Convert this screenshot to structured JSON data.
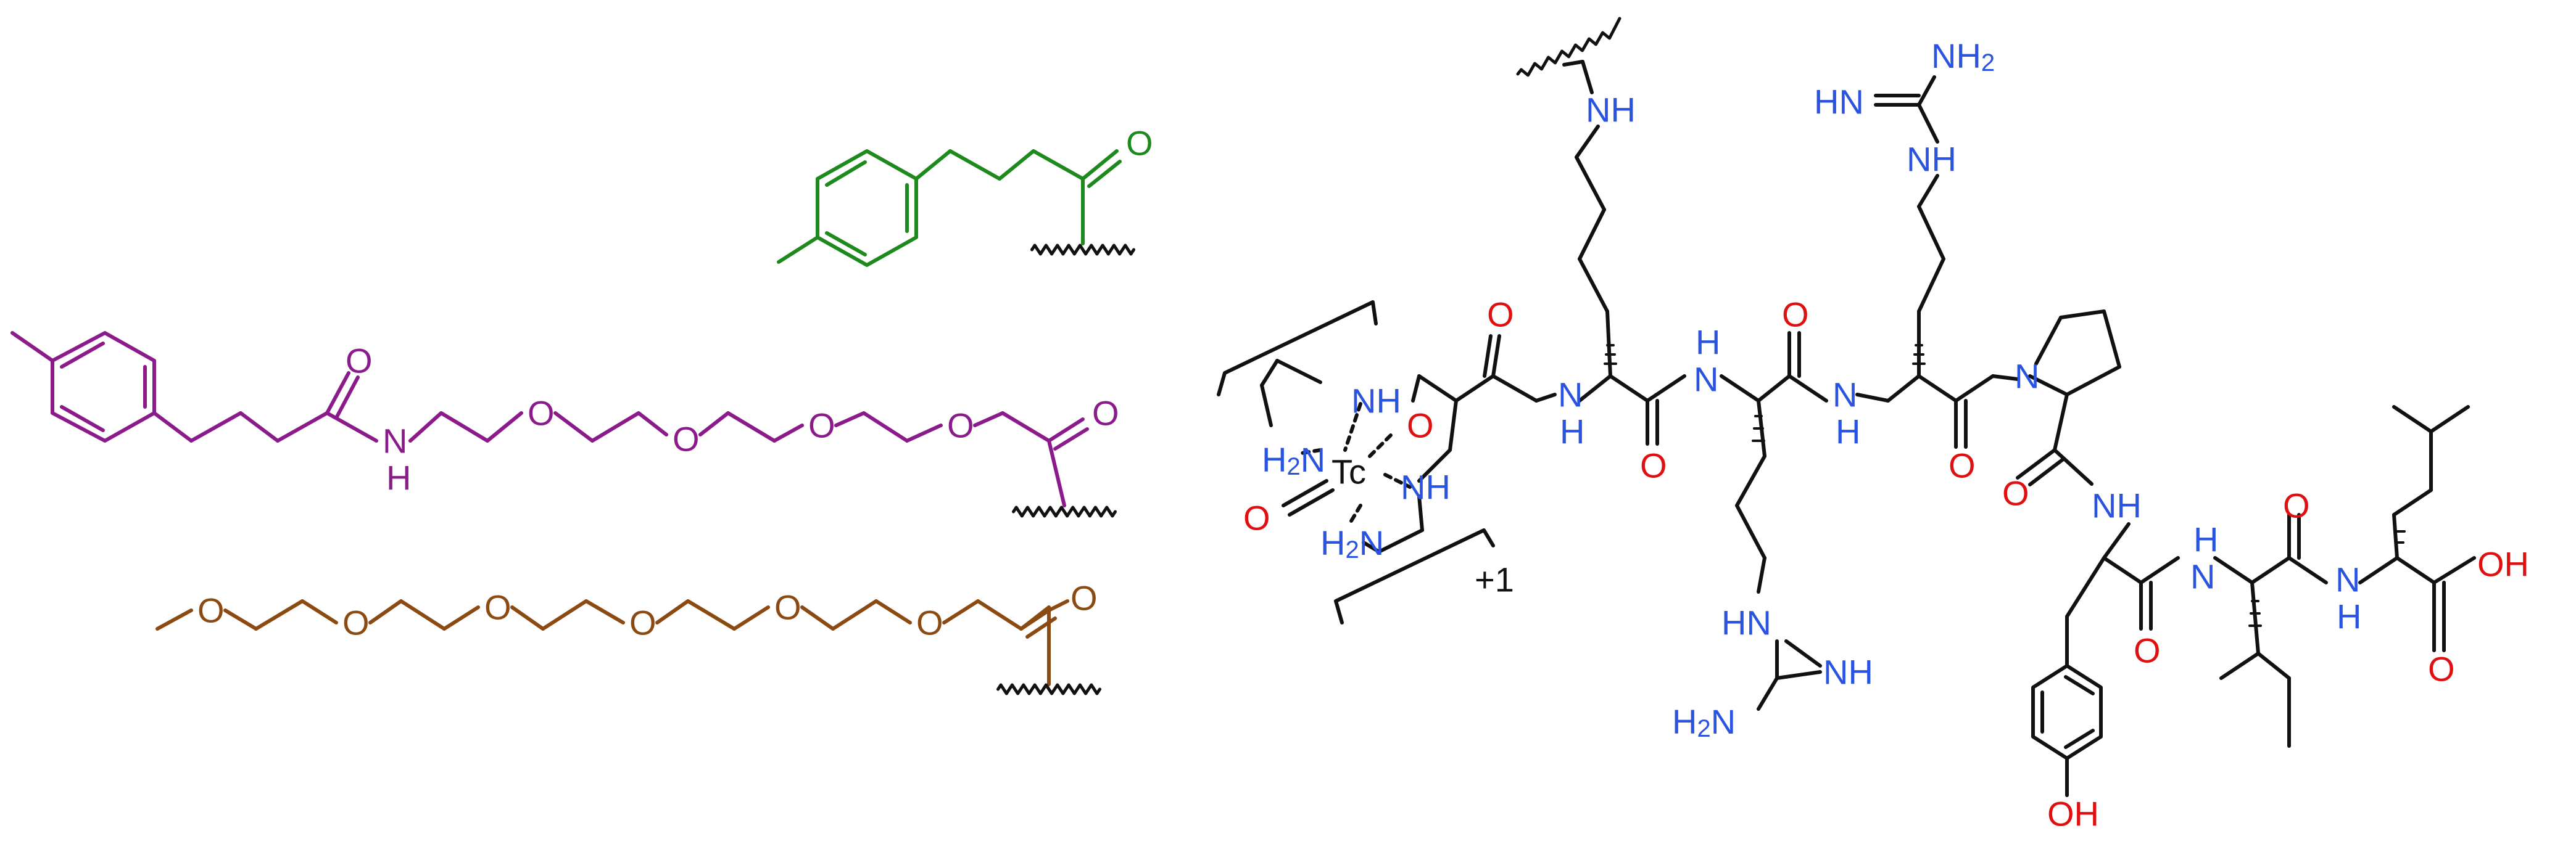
{
  "colors": {
    "green": "#1e8a1e",
    "purple": "#8b1a8b",
    "brown": "#8b4a12",
    "black": "#111111",
    "blue": "#2a54e0",
    "red": "#e01010"
  },
  "green_fragment": {
    "carbonyl_O": "O"
  },
  "purple_fragment": {
    "carbonyl_O": "O",
    "carbonyl_O2": "O",
    "amide_N": "N",
    "amide_H": "H",
    "ether_O1": "O",
    "ether_O2": "O",
    "ether_O3": "O",
    "ether_O4": "O"
  },
  "brown_fragment": {
    "methoxy_O": "O",
    "ether_O1": "O",
    "ether_O2": "O",
    "ether_O3": "O",
    "ether_O4": "O",
    "ether_O5": "O",
    "carbonyl_O": "O"
  },
  "technetium_complex": {
    "metal": "Tc",
    "charge": "+1",
    "nh_top": "NH",
    "nh_bottom": "NH",
    "nh2_left": "H",
    "nh2_left_sub": "2",
    "nh2_left_n": "N",
    "nh2_bottom": "H",
    "nh2_bottom_sub": "2",
    "nh2_bottom_n": "N",
    "oxo_right": "O",
    "oxo_left": "O"
  },
  "peptide": {
    "lys_NH_side": "NH",
    "lys_N": "N",
    "lys_H": "H",
    "carbonyl_1": "O",
    "carbonyl_2": "O",
    "carbonyl_3": "O",
    "carbonyl_4": "O",
    "carbonyl_5": "O",
    "carbonyl_6": "O",
    "carbonyl_7": "O",
    "arg1_H": "H",
    "arg1_N": "N",
    "arg1_side_HN": "HN",
    "arg1_side_NH": "NH",
    "arg1_side_H2N_H": "H",
    "arg1_side_H2N_sub": "2",
    "arg1_side_H2N_N": "N",
    "arg2_N": "N",
    "arg2_H": "H",
    "arg2_side_HN": "HN",
    "arg2_side_NH": "NH",
    "arg2_side_NH2": "NH",
    "arg2_side_NH2_sub": "2",
    "pro_N": "N",
    "tyr_NH": "NH",
    "ile_H": "H",
    "ile_N": "N",
    "leu_N": "N",
    "leu_H": "H",
    "acid_O": "O",
    "acid_OH": "OH",
    "tyr_OH": "OH"
  }
}
